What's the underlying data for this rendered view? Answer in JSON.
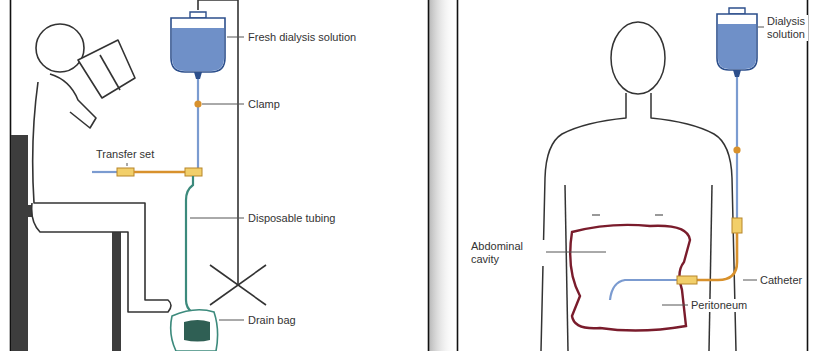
{
  "diagram": {
    "labels": [
      "Fresh dialysis solution",
      "Clamp",
      "Transfer set",
      "Disposable tubing",
      "Drain bag",
      "Dialysis solution",
      "Abdominal cavity",
      "Catheter",
      "Peritoneum"
    ]
  }
}
